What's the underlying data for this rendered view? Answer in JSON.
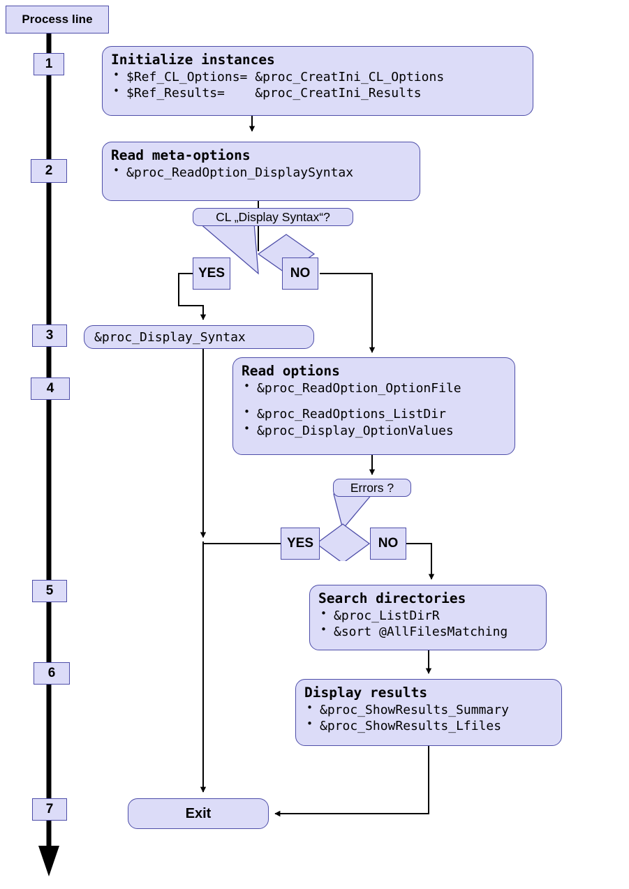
{
  "diagram": {
    "title": "Process line flowchart",
    "colors": {
      "node_fill": "#dcdcf8",
      "node_border": "#4d4da8",
      "wire": "#000000",
      "process_line": "#000000"
    }
  },
  "process_line": {
    "header_label": "Process line",
    "steps": [
      {
        "number": "1"
      },
      {
        "number": "2"
      },
      {
        "number": "3"
      },
      {
        "number": "4"
      },
      {
        "number": "5"
      },
      {
        "number": "6"
      },
      {
        "number": "7"
      }
    ]
  },
  "nodes": {
    "initialize": {
      "title": "Initialize instances",
      "items": [
        "$Ref_CL_Options= &proc_CreatIni_CL_Options",
        "$Ref_Results=    &proc_CreatIni_Results"
      ]
    },
    "read_meta_options": {
      "title": "Read meta-options",
      "items": [
        "&proc_ReadOption_DisplaySyntax"
      ]
    },
    "display_syntax": {
      "label": "&proc_Display_Syntax"
    },
    "read_options": {
      "title": "Read options",
      "items": [
        "&proc_ReadOption_OptionFile",
        "",
        "&proc_ReadOptions_ListDir",
        "&proc_Display_OptionValues"
      ]
    },
    "search_directories": {
      "title": "Search directories",
      "items": [
        "&proc_ListDirR",
        "&sort @AllFilesMatching"
      ]
    },
    "display_results": {
      "title": "Display results",
      "items": [
        "&proc_ShowResults_Summary",
        "&proc_ShowResults_Lfiles"
      ]
    },
    "exit": {
      "label": "Exit"
    }
  },
  "decisions": {
    "display_syntax_decision": {
      "question": "CL „Display Syntax“?",
      "yes_label": "YES",
      "no_label": "NO"
    },
    "errors_decision": {
      "question": "Errors ?",
      "yes_label": "YES",
      "no_label": "NO"
    }
  }
}
